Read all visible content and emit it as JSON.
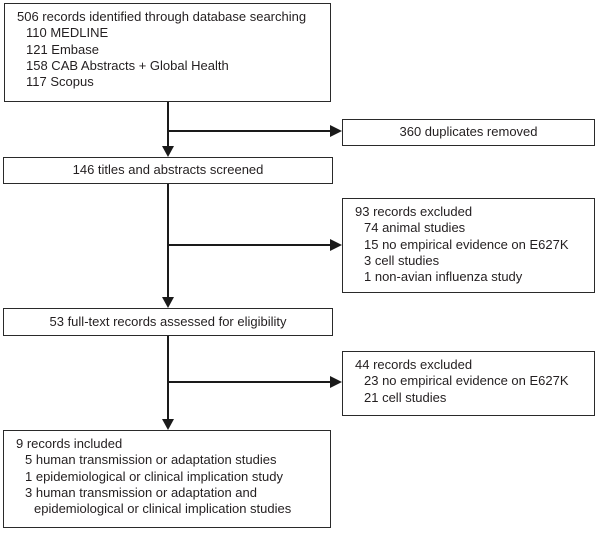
{
  "diagram": {
    "background": "#ffffff",
    "border_color": "#2a2a2a",
    "text_color": "#231f20",
    "boxes": {
      "identified": {
        "title": "506 records identified through database searching",
        "items": [
          "110 MEDLINE",
          "121 Embase",
          "158 CAB Abstracts + Global Health",
          "117 Scopus"
        ]
      },
      "duplicates_removed": {
        "label": "360 duplicates removed"
      },
      "screened": {
        "label": "146 titles and abstracts screened"
      },
      "excluded_screening": {
        "title": "93 records excluded",
        "items": [
          "74 animal studies",
          "15 no empirical evidence on E627K",
          "3 cell studies",
          "1 non-avian influenza study"
        ]
      },
      "fulltext_assessed": {
        "label": "53 full-text records assessed for eligibility"
      },
      "excluded_fulltext": {
        "title": "44 records excluded",
        "items": [
          "23 no empirical evidence on E627K",
          "21 cell studies"
        ]
      },
      "included": {
        "title": "9 records included",
        "items": [
          "5 human transmission or adaptation studies",
          "1 epidemiological or clinical implication study",
          "3 human transmission or adaptation and",
          "epidemiological or clinical implication studies"
        ]
      }
    }
  }
}
